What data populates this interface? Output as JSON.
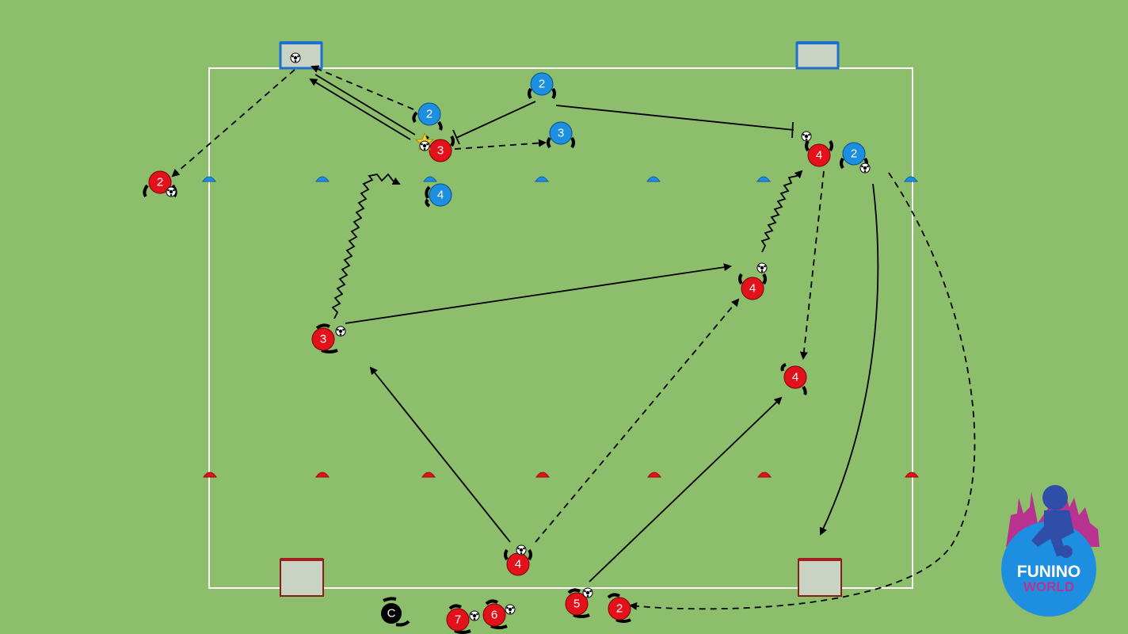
{
  "colors": {
    "grass": "#8cbe6c",
    "field_lines": "#ffffff",
    "red_team": "#e3121a",
    "blue_team": "#1e8fe0",
    "coach": "#000000",
    "logo_circle": "#1e8fe0",
    "logo_skyline": "#b8338f",
    "logo_boy": "#2f4ea8"
  },
  "players": {
    "red_2_left": "2",
    "red_3_top": "3",
    "red_4_topright": "4",
    "red_3_mid": "3",
    "red_4_midright": "4",
    "red_4_right": "4",
    "red_4_bottom": "4",
    "red_7": "7",
    "red_6": "6",
    "red_5": "5",
    "red_2_bottom": "2",
    "blue_2_top": "2",
    "blue_2_center": "2",
    "blue_3": "3",
    "blue_4": "4",
    "blue_2_right": "2",
    "coach": "C"
  },
  "logo": {
    "line1": "FUNINO",
    "line2": "WORLD"
  }
}
